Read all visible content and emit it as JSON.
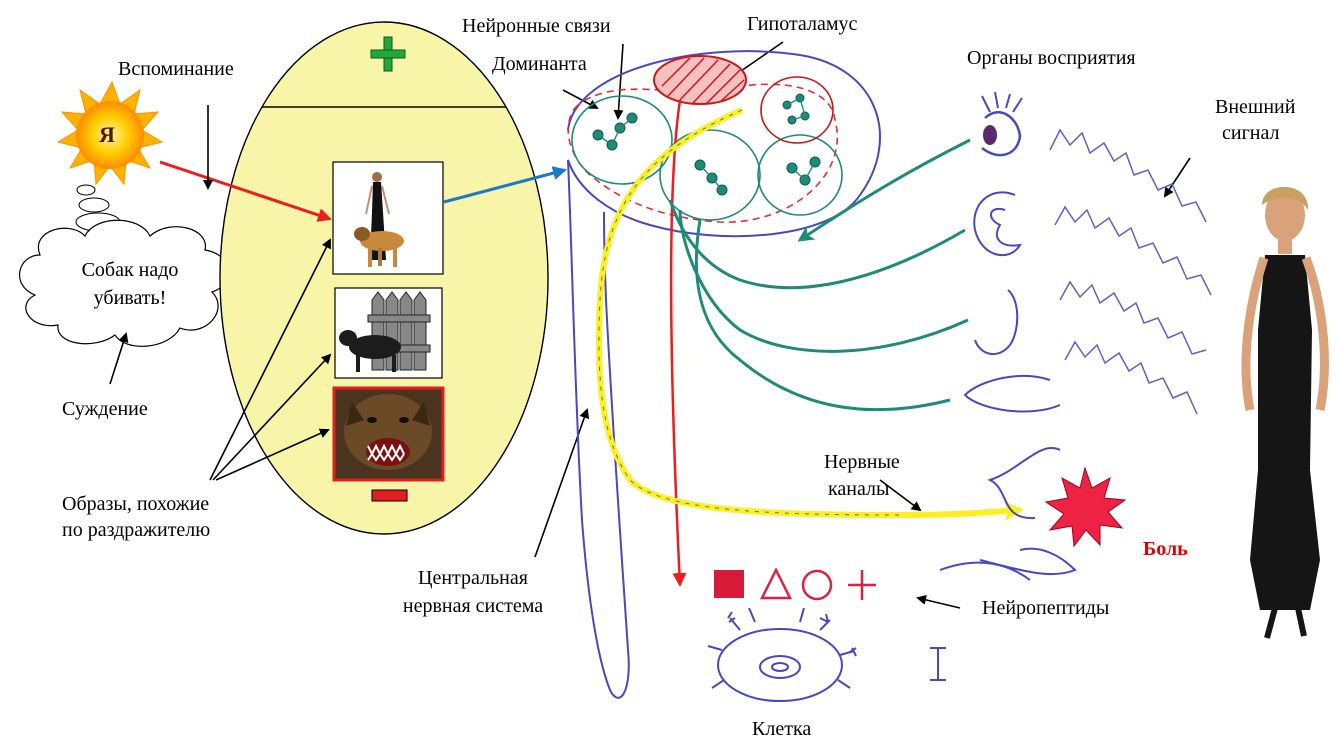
{
  "labels": {
    "ya": "Я",
    "vospominanie": "Вспоминание",
    "cloud_line1": "Собак надо",
    "cloud_line2": "убивать!",
    "suzhdenie": "Суждение",
    "obrazy_line1": "Образы, похожие",
    "obrazy_line2": "по раздражителю",
    "neironnye_svyazi": "Нейронные связи",
    "dominanta": "Доминанта",
    "gipotalamus": "Гипоталамус",
    "organy": "Органы восприятия",
    "vneshniy_line1": "Внешний",
    "vneshniy_line2": "сигнал",
    "nervnye_line1": "Нервные",
    "nervnye_line2": "каналы",
    "bol": "Боль",
    "cns_line1": "Центральная",
    "cns_line2": "нервная система",
    "neiropeptidy": "Нейропептиды",
    "kletka": "Клетка"
  },
  "colors": {
    "egg_fill": "#f8f4a8",
    "plus": "#22a83a",
    "minus": "#e02020",
    "sun": "#ffcc00",
    "red_arrow": "#ee1c1c",
    "blue_arrow": "#1a7ac8",
    "yellow_path": "#ffee22",
    "teal": "#1e8a78",
    "purple": "#4848c0",
    "pain_star": "#ee2244"
  },
  "icons": [
    "sun-icon",
    "plus-icon",
    "minus-icon",
    "eye-icon",
    "ear-icon",
    "pain-star-icon",
    "cell-icon"
  ]
}
